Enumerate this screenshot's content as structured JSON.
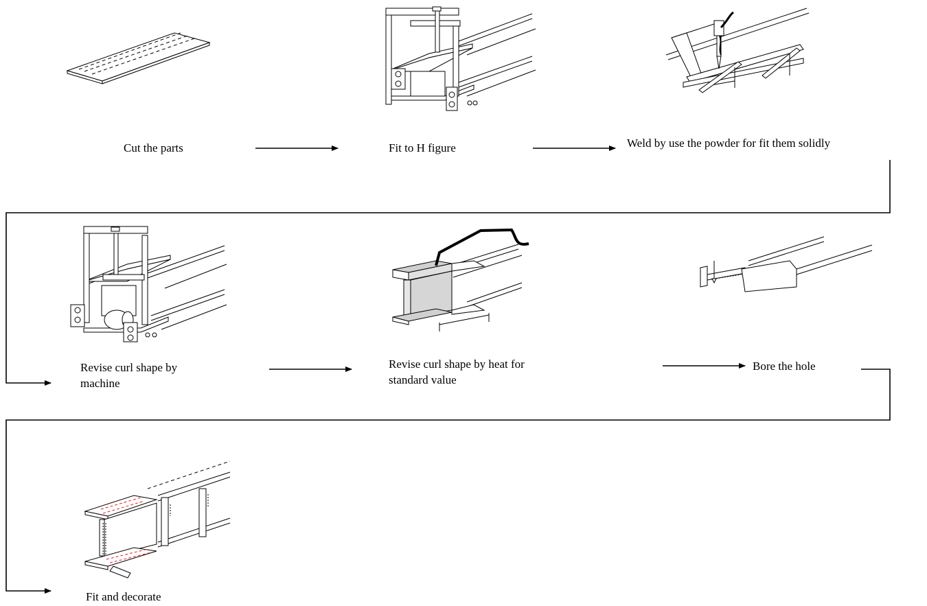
{
  "diagram": {
    "steps": [
      {
        "id": "cut",
        "label": "Cut the parts"
      },
      {
        "id": "fit-h",
        "label": "Fit to H figure"
      },
      {
        "id": "weld",
        "label": "Weld by use the powder for fit them solidly"
      },
      {
        "id": "revise-machine",
        "label_line1": "Revise curl shape by",
        "label_line2": "machine"
      },
      {
        "id": "revise-heat",
        "label_line1": "Revise curl shape by heat for",
        "label_line2": "standard value"
      },
      {
        "id": "bore",
        "label": "Bore the hole"
      },
      {
        "id": "fit-decorate",
        "label": "Fit and decorate"
      }
    ],
    "colors": {
      "line": "#000000",
      "shade": "#d0d0d0",
      "accent_dashes": "#e02020"
    }
  }
}
